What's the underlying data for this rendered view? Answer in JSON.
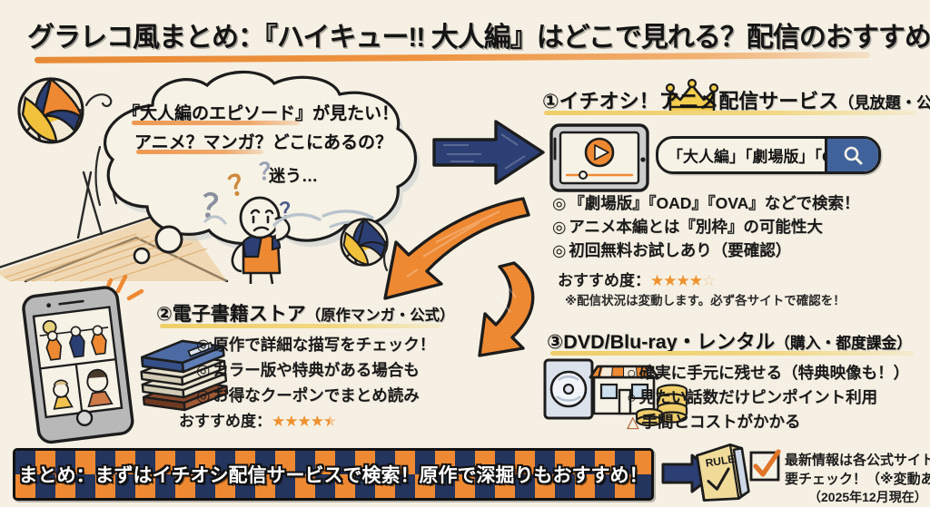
{
  "page": {
    "background_color": "#f6f1e4",
    "accent_orange": "#ef8a33",
    "accent_navy": "#24355e",
    "accent_gold": "#f0cf6a"
  },
  "title": {
    "text": "グラレコ風まとめ：『ハイキュー!! 大人編』はどこで見れる？配信のおすすめは？"
  },
  "bubble": {
    "line1": "『大人編のエピソード』が見たい！",
    "line2": "アニメ？マンガ？どこにあるの？",
    "line3": "迷う…",
    "question_marks": [
      "？",
      "？",
      "？",
      "？"
    ]
  },
  "section1": {
    "number": "①",
    "heading": "イチオシ！アニメ配信サービス",
    "heading_sub": "（見放題・公式）",
    "crown_icon": "crown-icon",
    "search_box": {
      "query": "「大人編」「劇場版」「OAD」",
      "search_icon": "search-icon"
    },
    "bullets": [
      {
        "marker": "◎",
        "text": "『劇場版』『OAD』『OVA』などで検索！"
      },
      {
        "marker": "◎",
        "text": "アニメ本編とは『別枠』の可能性大"
      },
      {
        "marker": "◎",
        "text": "初回無料お試しあり（要確認）"
      }
    ],
    "rating_label": "おすすめ度：",
    "rating_stars": "★★★★",
    "rating_empty": "☆",
    "rating_value": "4.0",
    "note": "※配信状況は変動します。必ず各サイトで確認を！"
  },
  "section2": {
    "number": "②",
    "heading": "電子書籍ストア",
    "heading_sub": "（原作マンガ・公式）",
    "bullets": [
      {
        "marker": "◎",
        "text": "原作で詳細な描写をチェック！"
      },
      {
        "marker": "◎",
        "text": "カラー版や特典がある場合も"
      },
      {
        "marker": "◎",
        "text": "お得なクーポンでまとめ読み"
      }
    ],
    "rating_label": "おすすめ度：",
    "rating_stars": "★★★★",
    "rating_half": "★",
    "rating_value": "4.5"
  },
  "section3": {
    "number": "③",
    "heading": "DVD/Blu-ray・レンタル",
    "heading_sub": "（購入・都度課金）",
    "bullets": [
      {
        "marker": "○",
        "text": "確実に手元に残せる（特典映像も！）"
      },
      {
        "marker": "○",
        "text": "見たい話数だけピンポイント利用"
      },
      {
        "marker": "△",
        "text": "手間とコストがかかる"
      }
    ]
  },
  "footer": {
    "banner_text": "まとめ：まずはイチオシ配信サービスで検索！原作で深掘りもおすすめ！",
    "rule_book_label": "RULE",
    "check_line1": "最新情報は各公式サイトで",
    "check_line2": "要チェック！（※変動あり）",
    "date": "（2025年12月現在）"
  },
  "icons": {
    "volleyball_top": "volleyball-icon",
    "volleyball_mid": "volleyball-icon",
    "character": "confused-person-icon",
    "tablet": "tablet-player-icon",
    "smartphone": "smartphone-manga-icon",
    "books": "book-stack-icon",
    "dvd": "dvd-disc-icon",
    "shop": "shop-icon",
    "coins": "coins-icon",
    "arrow_right": "arrow-right-icon",
    "arrow_down_left": "arrow-curved-down-left-icon",
    "arrow_down_right": "arrow-curved-down-right-icon",
    "arrow_footer": "arrow-right-small-icon",
    "checkbox": "checkbox-checked-icon"
  }
}
